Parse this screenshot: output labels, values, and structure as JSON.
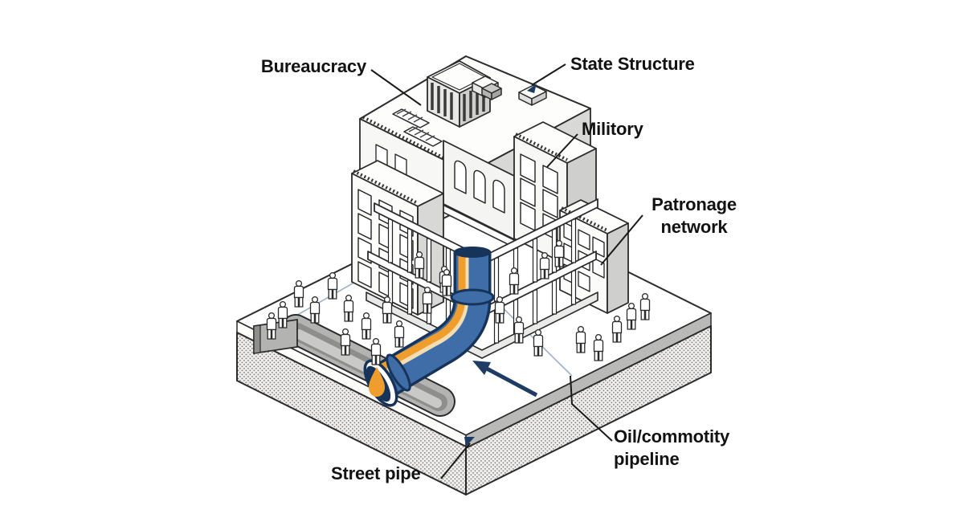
{
  "diagram": {
    "labels": {
      "bureaucracy": "Bureaucracy",
      "state_structure": "State Structure",
      "military": "Militory",
      "patronage_line1": "Patronage",
      "patronage_line2": "network",
      "oil_line1": "Oil/commotity",
      "oil_line2": "pipeline",
      "street_pipe": "Street pipe"
    },
    "colors": {
      "ink": "#222222",
      "pipe_navy": "#16335a",
      "pipe_blue": "#3e6da8",
      "oil_orange": "#ef9d2d",
      "oil_cream": "#f3ddb2",
      "arrow_navy": "#1e3c64",
      "ground_gray": "#b5b5b3",
      "face_shade": "#d8d8d6"
    },
    "icons": [
      "flow-direction-arrow",
      "leader-arrowhead",
      "oil-drop",
      "roof-grate-icon"
    ]
  }
}
